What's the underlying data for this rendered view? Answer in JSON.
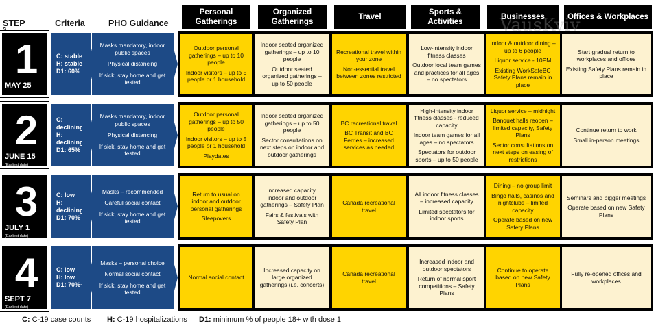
{
  "headers": {
    "step": "STEP",
    "step_s": "S",
    "criteria": "Criteria",
    "pho": "PHO Guidance",
    "columns": [
      "Personal Gatherings",
      "Organized Gatherings",
      "Travel",
      "Sports & Activities",
      "Businesses",
      "Offices & Workplaces"
    ]
  },
  "watermark": "VausKyiv",
  "colors": {
    "navy": "#1d4a86",
    "yellow": "#ffd400",
    "cream": "#fdf2d0",
    "black": "#000000"
  },
  "steps": [
    {
      "number": "1",
      "date": "MAY 25",
      "date_note": "",
      "criteria": [
        "C: stable",
        "H: stable",
        "D1: 60%"
      ],
      "pho": [
        "Masks mandatory, indoor public spaces",
        "Physical distancing",
        "If sick, stay home and get tested"
      ],
      "cells": [
        [
          "Outdoor personal gatherings – up to 10 people",
          "Indoor visitors – up to 5 people or 1 household"
        ],
        [
          "Indoor seated organized gatherings – up to 10 people",
          "Outdoor seated organized gatherings – up to 50 people"
        ],
        [
          "Recreational travel within your zone",
          "Non-essential travel between zones restricted"
        ],
        [
          "Low-intensity indoor fitness classes",
          "Outdoor local team games and practices for all ages – no spectators"
        ],
        [
          "Indoor & outdoor dining – up to 6 people",
          "Liquor service - 10PM",
          "Existing WorkSafeBC Safety Plans remain in place"
        ],
        [
          "Start gradual return to workplaces and offices",
          "Existing Safety Plans remain in place"
        ]
      ]
    },
    {
      "number": "2",
      "date": "JUNE 15",
      "date_note": "(Earliest date)",
      "criteria": [
        "C: declining",
        "H: declining",
        "D1: 65%"
      ],
      "pho": [
        "Masks mandatory, indoor public spaces",
        "Physical distancing",
        "If sick, stay home and get tested"
      ],
      "cells": [
        [
          "Outdoor personal gatherings – up to 50 people",
          "Indoor visitors – up to 5 people or 1 household",
          "Playdates"
        ],
        [
          "Indoor seated organized gatherings – up to 50 people",
          "Sector consultations on next steps on indoor and outdoor gatherings"
        ],
        [
          "BC recreational travel",
          "BC Transit and BC Ferries – increased services as needed"
        ],
        [
          "High-intensity indoor fitness classes - reduced capacity",
          "Indoor team games for all ages – no spectators",
          "Spectators for outdoor sports – up to 50 people"
        ],
        [
          "Liquor service – midnight",
          "Banquet halls reopen – limited capacity, Safety Plans",
          "Sector consultations on next steps on easing of restrictions"
        ],
        [
          "Continue return to work",
          "Small in-person meetings"
        ]
      ]
    },
    {
      "number": "3",
      "date": "JULY 1",
      "date_note": "(Earliest date)",
      "criteria": [
        "C: low",
        "H: declining",
        "D1: 70%"
      ],
      "pho": [
        "Masks – recommended",
        "Careful social contact",
        "If sick, stay home and get tested"
      ],
      "cells": [
        [
          "Return to usual on indoor and outdoor personal gatherings",
          "Sleepovers"
        ],
        [
          "Increased capacity, indoor and outdoor gatherings – Safety Plan",
          "Fairs & festivals with Safety Plan"
        ],
        [
          "Canada recreational travel"
        ],
        [
          "All indoor fitness classes – increased capacity",
          "Limited spectators for indoor sports"
        ],
        [
          "Dining – no group limit",
          "Bingo halls, casinos and nightclubs – limited capacity",
          "Operate based on new Safety Plans"
        ],
        [
          "Seminars and bigger meetings",
          "Operate based on new Safety Plans"
        ]
      ]
    },
    {
      "number": "4",
      "date": "SEPT 7",
      "date_note": "(Earliest date)",
      "criteria": [
        "C: low",
        "H: low",
        "D1: 70%+"
      ],
      "pho": [
        "Masks – personal choice",
        "Normal social contact",
        "If sick, stay home and get tested"
      ],
      "cells": [
        [
          "Normal social contact"
        ],
        [
          "Increased capacity on large organized gatherings (i.e. concerts)"
        ],
        [
          "Canada recreational travel"
        ],
        [
          "Increased indoor and outdoor spectators",
          "Return of normal sport competitions – Safety Plans"
        ],
        [
          "Continue to operate based on new Safety Plans"
        ],
        [
          "Fully re-opened offices and workplaces"
        ]
      ]
    }
  ],
  "legend": [
    {
      "key": "C:",
      "text": "C-19 case counts"
    },
    {
      "key": "H:",
      "text": "C-19 hospitalizations"
    },
    {
      "key": "D1:",
      "text": "minimum % of people 18+ with dose 1"
    }
  ]
}
